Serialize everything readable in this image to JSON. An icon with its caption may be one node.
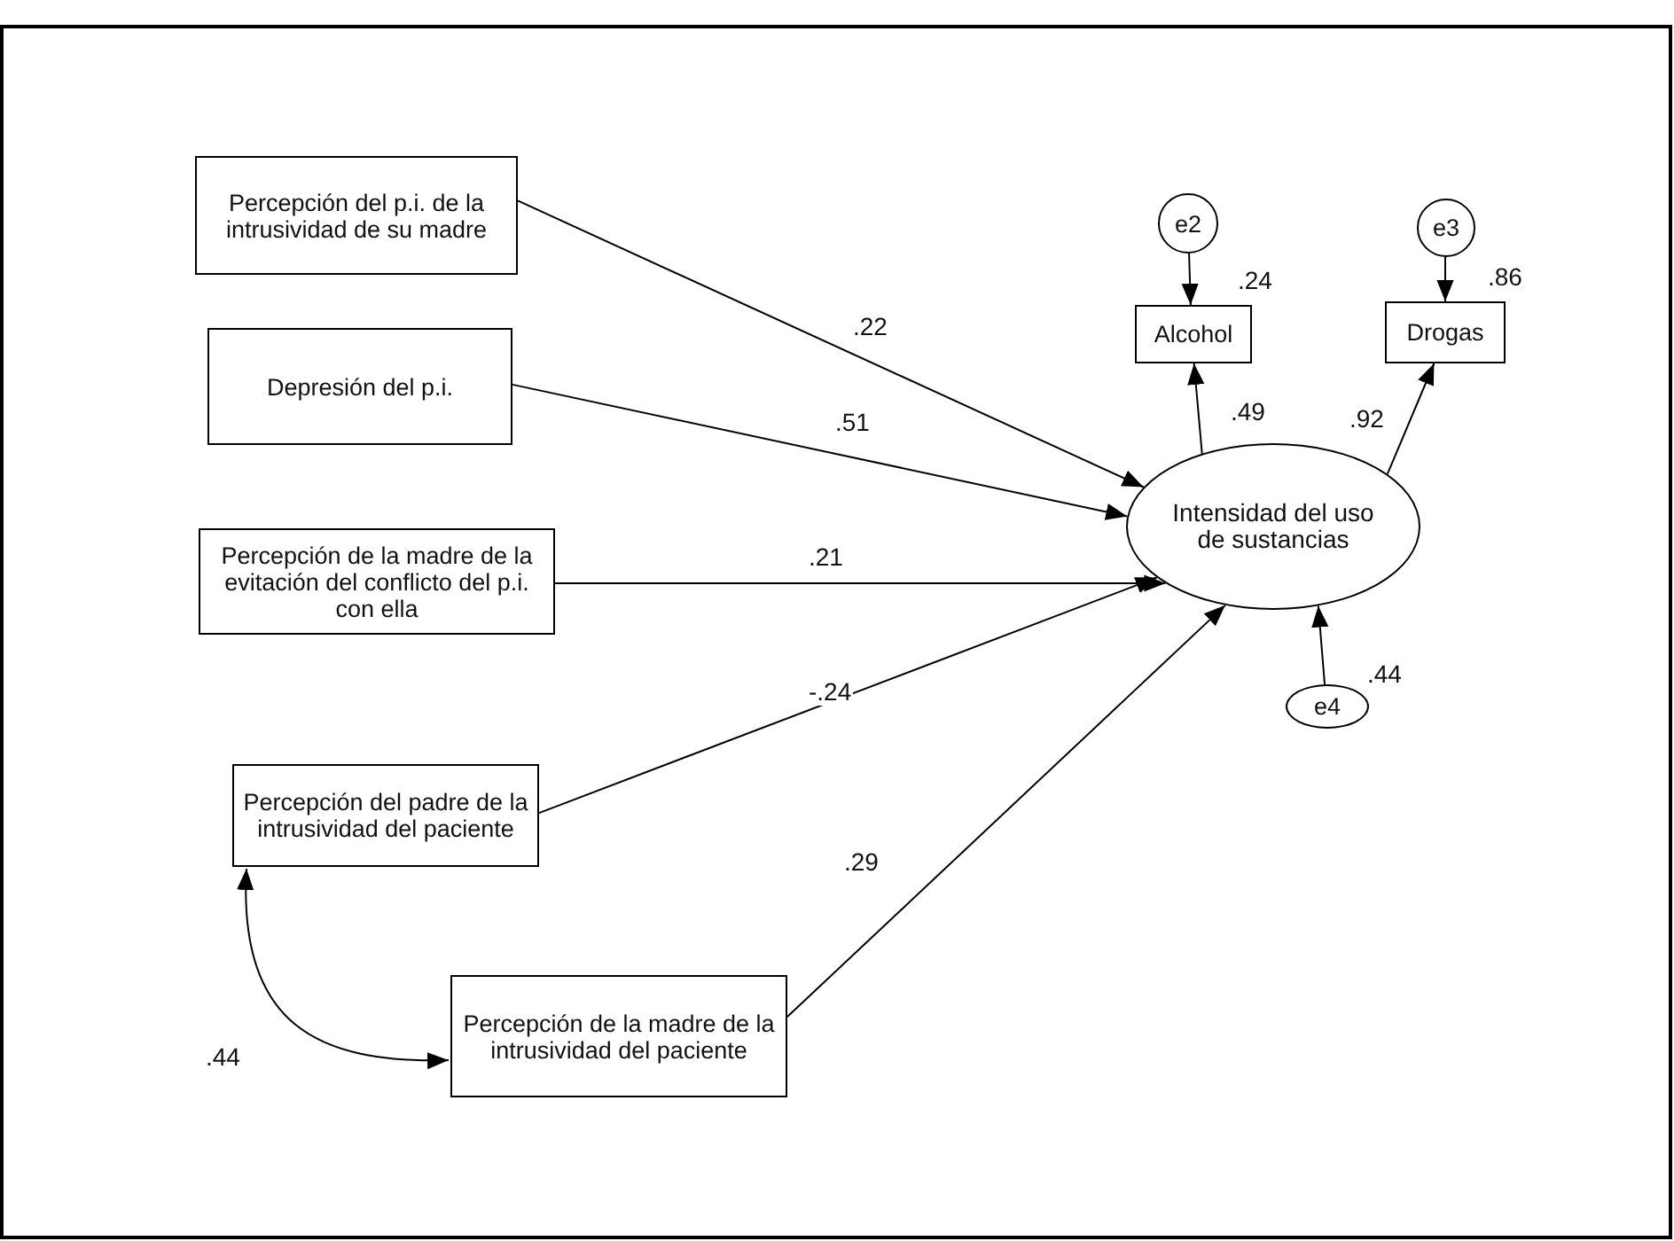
{
  "diagram": {
    "nodes": [
      {
        "text": [
          "Percepción del p.i. de la intrusividad de su madre"
        ]
      },
      {
        "text": [
          "Depresión del p.i."
        ]
      },
      {
        "text": [
          "Percepción de la madre de la evitación del conflicto del p.i. con ella"
        ]
      },
      {
        "text": [
          "Percepción del padre de la intrusividad del paciente"
        ]
      },
      {
        "text": [
          "Percepción de la madre de la intrusividad del paciente"
        ]
      },
      {
        "text": [
          "Intensidad del uso de sustancias"
        ]
      },
      {
        "text": [
          "Alcohol"
        ],
        "beside": [
          ".24"
        ]
      },
      {
        "text": [
          "Drogas"
        ],
        "beside": [
          ".86"
        ]
      },
      {
        "text": [
          "e2"
        ]
      },
      {
        "text": [
          "e3"
        ]
      },
      {
        "text": [
          "e4"
        ]
      }
    ],
    "edges": [
      {
        "from": 0,
        "to": 5,
        "arrow": "to",
        "label": ".22"
      },
      {
        "from": 1,
        "to": 5,
        "arrow": "to",
        "label": ".51"
      },
      {
        "from": 2,
        "to": 5,
        "arrow": "to",
        "label": ".21"
      },
      {
        "from": 3,
        "to": 5,
        "arrow": "to",
        "label": "-.24"
      },
      {
        "from": 4,
        "to": 5,
        "arrow": "to",
        "label": ".29"
      },
      {
        "from": 5,
        "to": 6,
        "arrow": "to",
        "label": ".49"
      },
      {
        "from": 5,
        "to": 7,
        "arrow": "to",
        "label": ".92"
      },
      {
        "from": 8,
        "to": 6,
        "arrow": "to"
      },
      {
        "from": 9,
        "to": 7,
        "arrow": "to"
      },
      {
        "from": 10,
        "to": 5,
        "arrow": "to"
      },
      {
        "from": 3,
        "to": 4,
        "arrow": "both",
        "label": ".44"
      }
    ],
    "labels": [
      ".44"
    ]
  }
}
